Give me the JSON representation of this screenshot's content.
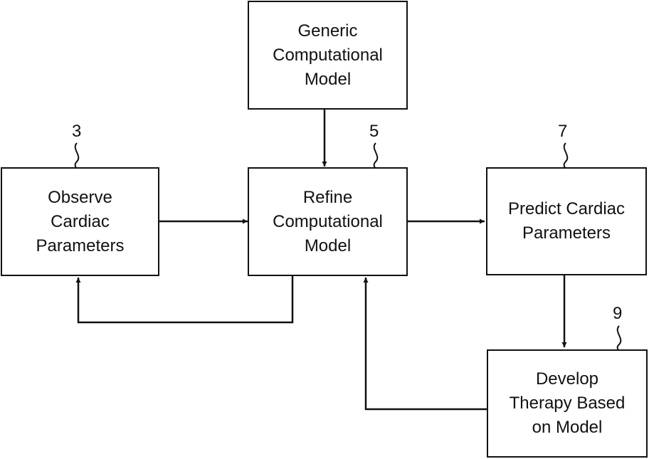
{
  "nodes": {
    "generic_model": {
      "lines": [
        "Generic",
        "Computational",
        "Model"
      ]
    },
    "observe": {
      "ref": "3",
      "lines": [
        "Observe",
        "Cardiac",
        "Parameters"
      ]
    },
    "refine": {
      "ref": "5",
      "lines": [
        "Refine",
        "Computational",
        "Model"
      ]
    },
    "predict": {
      "ref": "7",
      "lines": [
        "Predict Cardiac",
        "Parameters"
      ]
    },
    "therapy": {
      "ref": "9",
      "lines": [
        "Develop",
        "Therapy Based",
        "on Model"
      ]
    }
  },
  "colors": {
    "line": "#111111",
    "background": "#ffffff"
  }
}
